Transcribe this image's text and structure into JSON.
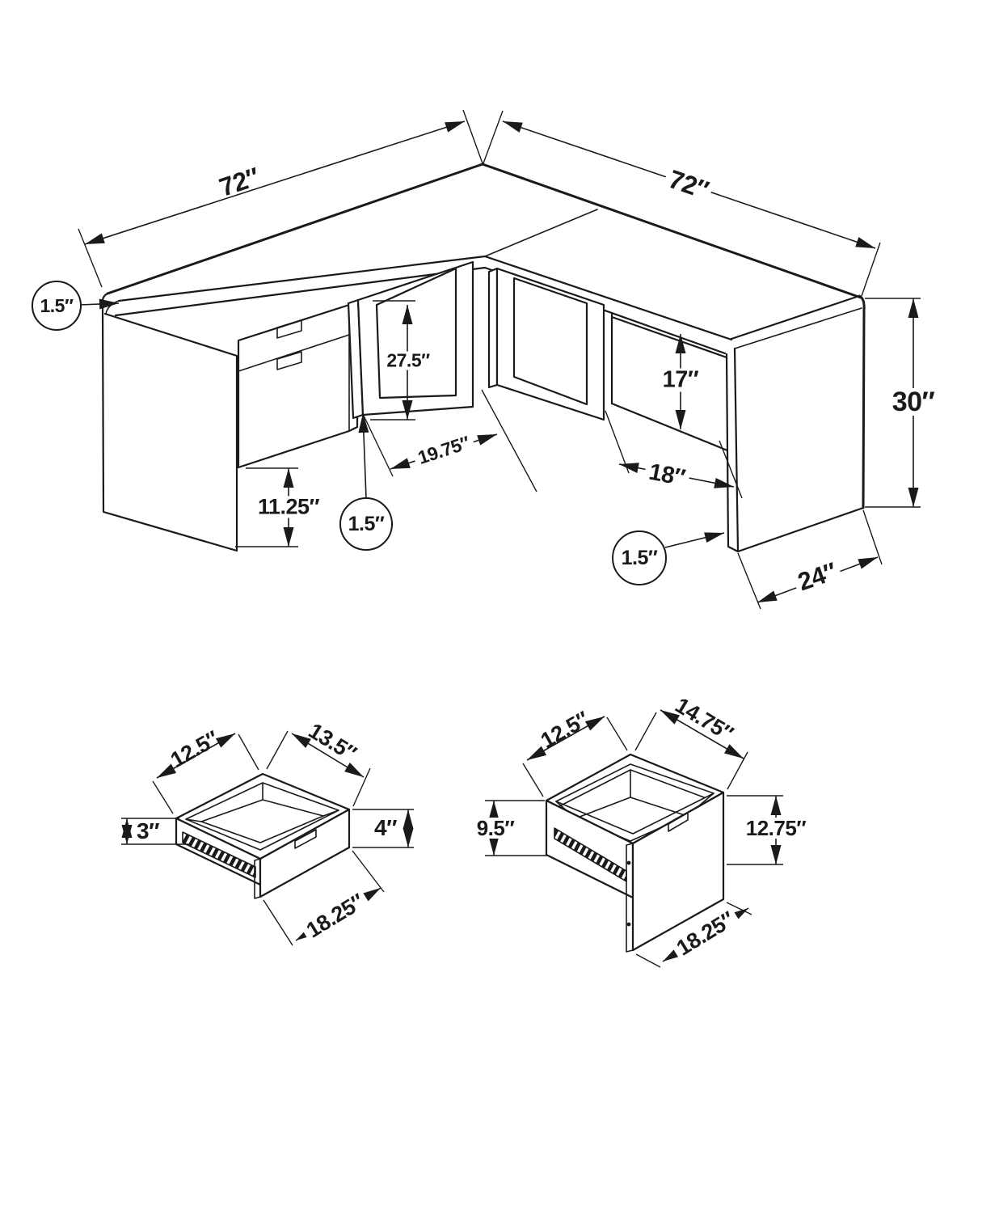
{
  "desk": {
    "left_length": "72″",
    "right_length": "72″",
    "top_thickness": "1.5″",
    "opening_height": "27.5″",
    "opening_width": "19.75″",
    "leg_thickness": "1.5″",
    "under_drawer_clearance": "11.25″",
    "modesty_panel_height": "17″",
    "right_opening_width": "18″",
    "overall_height": "30″",
    "end_panel_thickness": "1.5″",
    "depth": "24″"
  },
  "small_drawer": {
    "inner_width": "12.5″",
    "inner_depth": "13.5″",
    "side_height": "3″",
    "front_height": "4″",
    "front_width": "18.25″"
  },
  "large_drawer": {
    "inner_width": "12.5″",
    "inner_depth": "14.75″",
    "side_height": "9.5″",
    "front_height": "12.75″",
    "front_width": "18.25″"
  },
  "colors": {
    "line": "#1a1a1a",
    "background": "#ffffff"
  }
}
